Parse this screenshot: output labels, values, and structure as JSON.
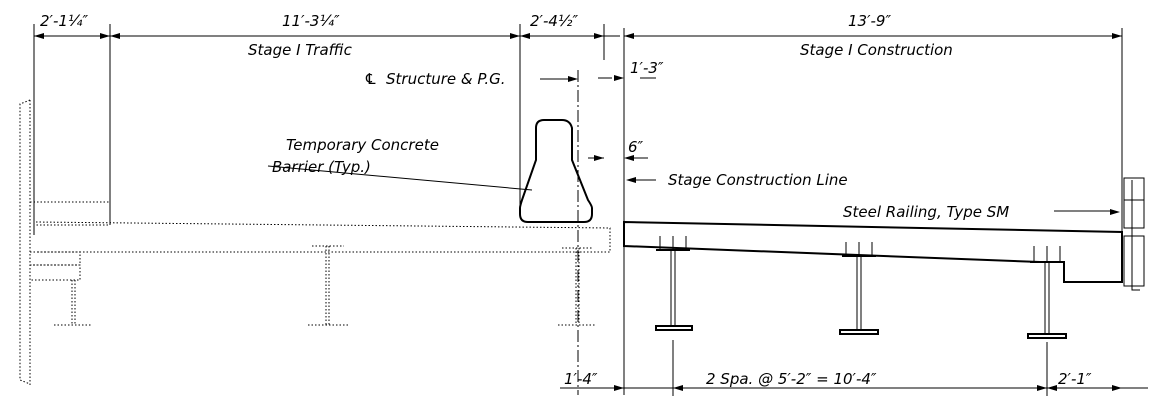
{
  "dimensions": {
    "left_overhang": "2′-1¼″",
    "stage1_traffic_width": "11′-3¼″",
    "barrier_offset": "2′-4½″",
    "stage1_construction_width": "13′-9″",
    "cl_to_construction_line": "1′-3″",
    "barrier_clearance": "6″",
    "bottom_left": "1′-4″",
    "girder_spacing": "2 Spa. @ 5′-2″ = 10′-4″",
    "bottom_right": "2′-1″"
  },
  "labels": {
    "stage1_traffic": "Stage I Traffic",
    "stage1_construction": "Stage I Construction",
    "cl_structure": "Structure & P.G.",
    "cl_symbol": "℄",
    "barrier_line1": "Temporary Concrete",
    "barrier_line2": "Barrier (Typ.)",
    "construction_line": "Stage Construction Line",
    "steel_railing": "Steel Railing, Type SM"
  }
}
